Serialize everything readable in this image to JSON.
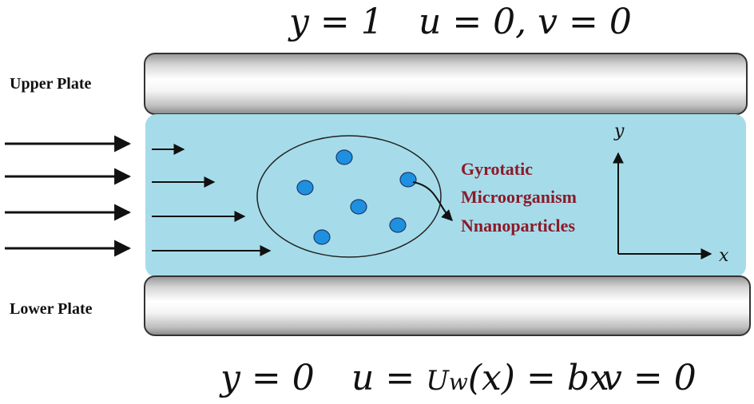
{
  "top_condition": {
    "y_eq": "y = 1",
    "uv_eq": "u = 0, v = 0"
  },
  "bottom_condition": {
    "y_eq": "y = 0",
    "u_lhs": "u =",
    "u_w": "U",
    "u_w_sub": "w",
    "u_rhs": "(x) = bx",
    "v_eq": "v = 0"
  },
  "plates": {
    "upper_label": "Upper Plate",
    "lower_label": "Lower Plate"
  },
  "legend": {
    "line1": "Gyrotatic",
    "line2": "Microorganism",
    "line3": "Nnanoparticles"
  },
  "axes": {
    "x_label": "x",
    "y_label": "y"
  },
  "colors": {
    "fluid": "#a6dcea",
    "particle": "#1e90e0",
    "label_red": "#8b1a2a"
  }
}
